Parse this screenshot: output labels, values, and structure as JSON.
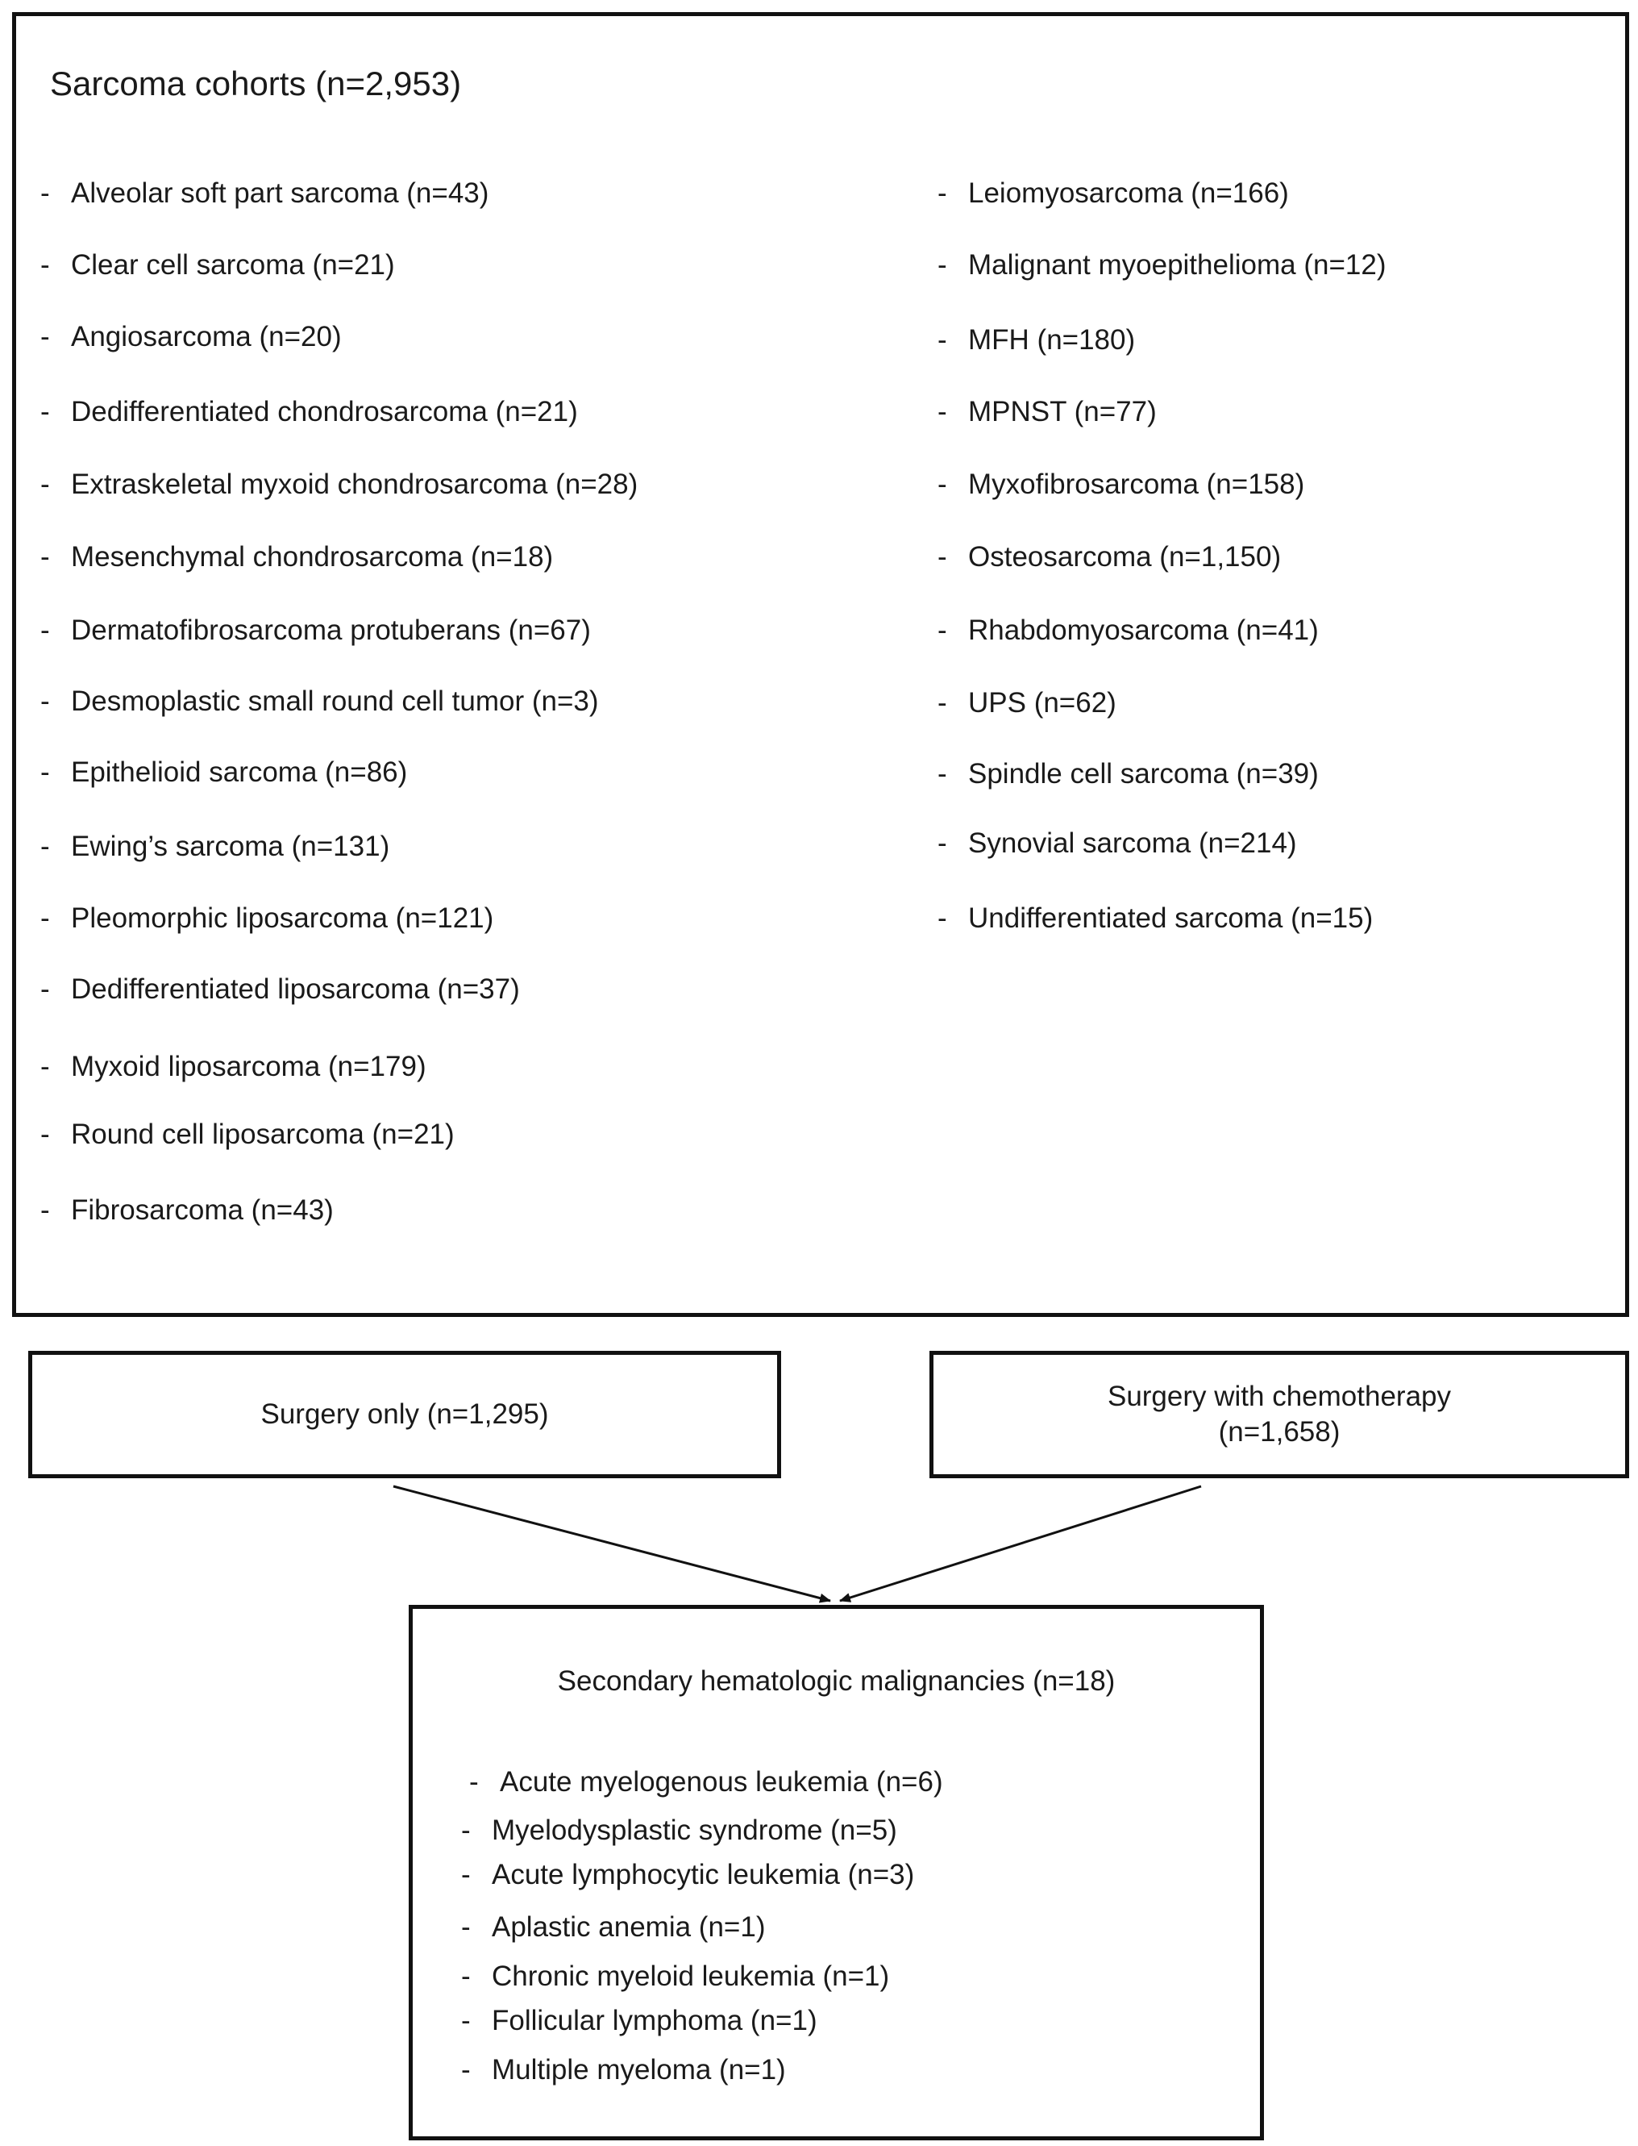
{
  "cohorts": {
    "title": "Sarcoma cohorts (n=2,953)",
    "left_items": [
      "Alveolar soft part sarcoma (n=43)",
      "Clear cell sarcoma (n=21)",
      "Angiosarcoma (n=20)",
      "Dedifferentiated chondrosarcoma (n=21)",
      "Extraskeletal myxoid chondrosarcoma (n=28)",
      "Mesenchymal chondrosarcoma (n=18)",
      "Dermatofibrosarcoma protuberans (n=67)",
      "Desmoplastic small round cell tumor (n=3)",
      "Epithelioid sarcoma (n=86)",
      "Ewing’s sarcoma (n=131)",
      "Pleomorphic liposarcoma (n=121)",
      "Dedifferentiated liposarcoma (n=37)",
      "Myxoid liposarcoma (n=179)",
      "Round cell liposarcoma (n=21)",
      "Fibrosarcoma (n=43)"
    ],
    "right_items": [
      "Leiomyosarcoma (n=166)",
      "Malignant myoepithelioma (n=12)",
      "MFH (n=180)",
      "MPNST (n=77)",
      "Myxofibrosarcoma (n=158)",
      "Osteosarcoma (n=1,150)",
      "Rhabdomyosarcoma (n=41)",
      "UPS (n=62)",
      "Spindle cell sarcoma (n=39)",
      "Synovial sarcoma (n=214)",
      "Undifferentiated sarcoma (n=15)"
    ]
  },
  "treatments": {
    "surgery_only": "Surgery only (n=1,295)",
    "surgery_chemo_line1": "Surgery with chemotherapy",
    "surgery_chemo_line2": "(n=1,658)"
  },
  "secondary": {
    "title": "Secondary hematologic malignancies (n=18)",
    "items": [
      "Acute myelogenous leukemia (n=6)",
      "Myelodysplastic syndrome (n=5)",
      "Acute lymphocytic leukemia (n=3)",
      "Aplastic anemia (n=1)",
      "Chronic myeloid leukemia (n=1)",
      "Follicular lymphoma (n=1)",
      "Multiple myeloma (n=1)"
    ]
  },
  "bullet": "-"
}
